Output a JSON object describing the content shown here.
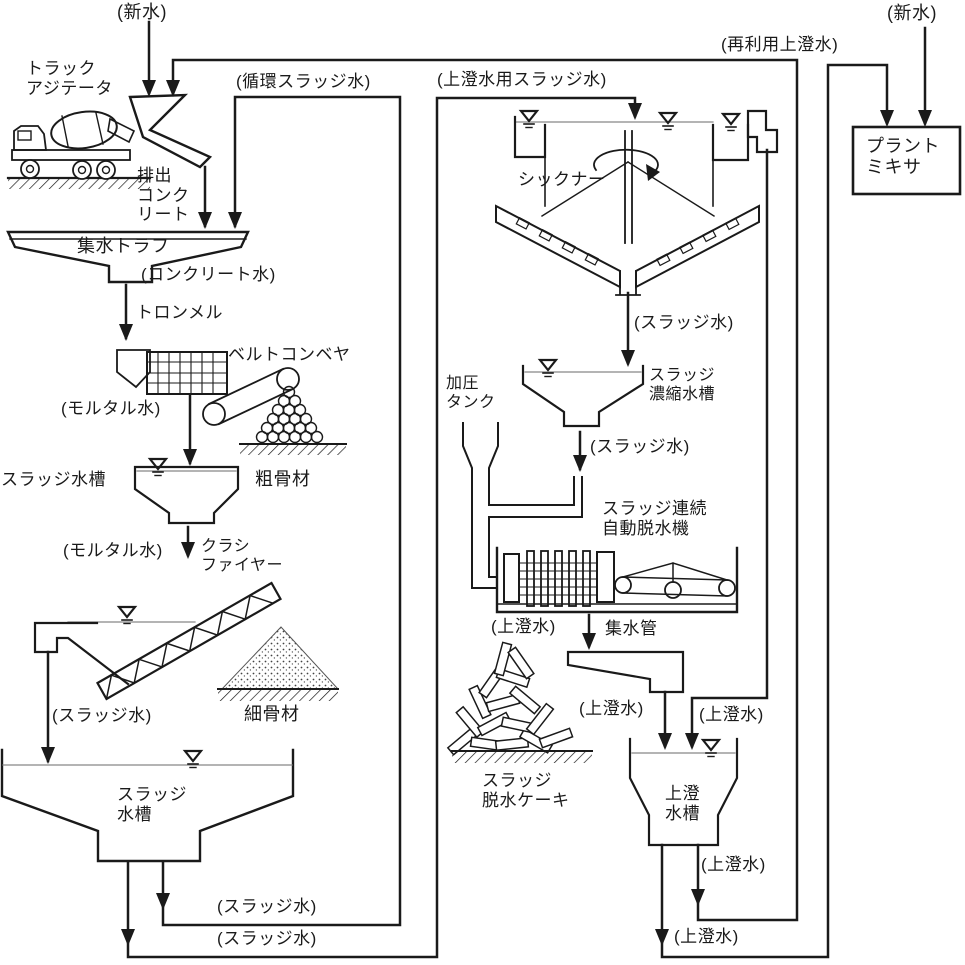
{
  "colors": {
    "ink": "#1a1a1a",
    "paper": "#ffffff",
    "water_line": "#888888"
  },
  "labels": {
    "fresh_water_left": "(新水)",
    "truck_agitator": "トラック\nアジテータ",
    "discharged_concrete": "排出\nコンク\nリート",
    "circulating_sludge_water": "(循環スラッジ水)",
    "sludge_water_for_supernatant": "(上澄水用スラッジ水)",
    "reused_supernatant_water": "(再利用上澄水)",
    "fresh_water_right": "(新水)",
    "plant_mixer": "プラント\nミキサ",
    "collecting_trough": "集水トラフ",
    "concrete_water": "(コンクリート水)",
    "trommel": "トロンメル",
    "belt_conveyor": "ベルトコンベヤ",
    "mortar_water_upper": "(モルタル水)",
    "coarse_aggregate": "粗骨材",
    "sludge_water_tank_upper": "スラッジ水槽",
    "mortar_water_lower": "(モルタル水)",
    "classifier": "クラシ\nファイヤー",
    "fine_aggregate": "細骨材",
    "sludge_water_classifier": "(スラッジ水)",
    "sludge_water_tank_lower": "スラッジ\n水槽",
    "sludge_water_recirc": "(スラッジ水)",
    "sludge_water_to_thickener": "(スラッジ水)",
    "thickener": "シックナー",
    "sludge_water_thickener_out": "(スラッジ水)",
    "pressure_tank": "加圧\nタンク",
    "sludge_concentration_tank": "スラッジ\n濃縮水槽",
    "sludge_water_concentrated": "(スラッジ水)",
    "dewatering_machine": "スラッジ連続\n自動脱水機",
    "supernatant_press": "(上澄水)",
    "collecting_pipe": "集水管",
    "supernatant_collector": "(上澄水)",
    "supernatant_overflow": "(上澄水)",
    "sludge_cake": "スラッジ\n脱水ケーキ",
    "supernatant_tank": "上澄\n水槽",
    "supernatant_out_right": "(上澄水)",
    "supernatant_out_left": "(上澄水)"
  }
}
